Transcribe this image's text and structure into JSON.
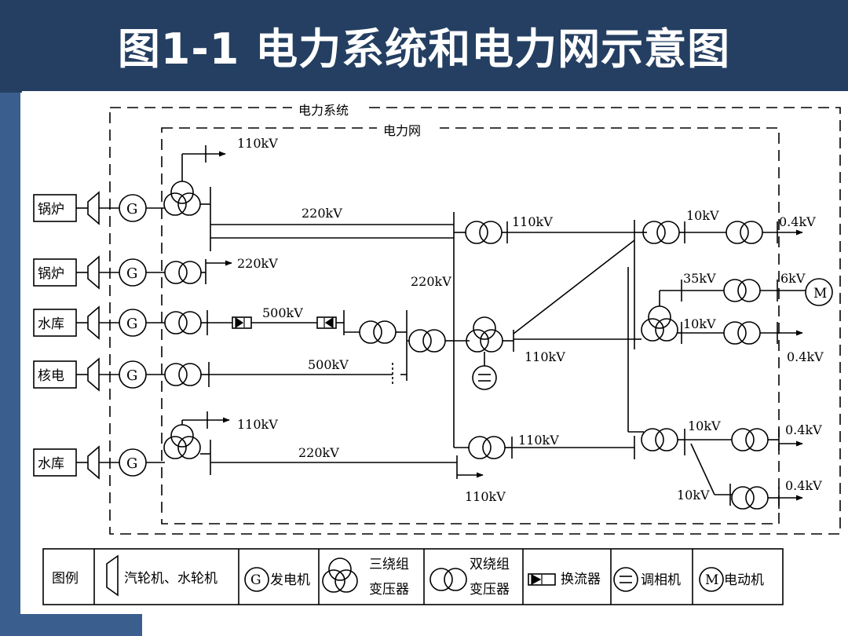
{
  "title": "图1-1 电力系统和电力网示意图",
  "frames": {
    "system": "电力系统",
    "grid": "电力网"
  },
  "sources": [
    "锅炉",
    "锅炉",
    "水库",
    "核电",
    "水库"
  ],
  "generator_symbol": "G",
  "motor_symbol": "M",
  "voltages": {
    "v_110_top": "110kV",
    "v_220_a": "220kV",
    "v_220_b": "220kV",
    "v_220_mid": "220kV",
    "v_500_a": "500kV",
    "v_500_b": "500kV",
    "v_110_r1": "110kV",
    "v_110_r2": "110kV",
    "v_110_low": "110kV",
    "v_220_low": "220kV",
    "v_110_r3": "110kV",
    "v_110_bottom": "110kV",
    "v_10_a": "10kV",
    "v_04_a": "0.4kV",
    "v_35": "35kV",
    "v_6": "6kV",
    "v_10_b": "10kV",
    "v_04_b": "0.4kV",
    "v_10_c": "10kV",
    "v_04_c": "0.4kV",
    "v_10_d": "10kV",
    "v_04_d": "0.4kV"
  },
  "legend": {
    "title": "图例",
    "turbine": "汽轮机、水轮机",
    "generator": "发电机",
    "three_winding_1": "三绕组",
    "three_winding_2": "变压器",
    "two_winding_1": "双绕组",
    "two_winding_2": "变压器",
    "converter": "换流器",
    "condenser": "调相机",
    "motor": "电动机"
  }
}
